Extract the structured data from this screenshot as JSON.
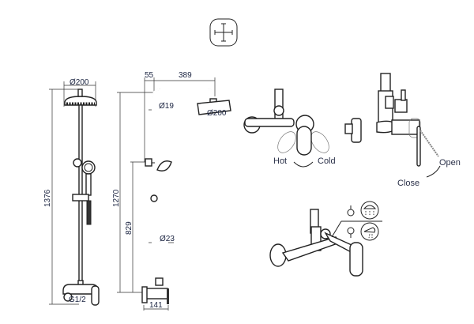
{
  "symbol": {
    "name": "crosshair-mount-symbol"
  },
  "front_view": {
    "head_diameter": "Ø200",
    "total_height": "1376",
    "connection": "G1/2"
  },
  "side_view": {
    "offset": "55",
    "arm_length": "389",
    "height_to_arm": "1270",
    "height_to_holder": "829",
    "upper_pipe": "Ø19",
    "lower_pipe": "Ø23",
    "head_diameter": "Ø200",
    "valve_width": "141"
  },
  "mixer_view": {
    "hot": "Hot",
    "cold": "Cold"
  },
  "diverter_view": {
    "open": "Open",
    "close": "Close"
  },
  "mode_icons": [
    "overhead-shower-icon",
    "hand-shower-icon"
  ]
}
